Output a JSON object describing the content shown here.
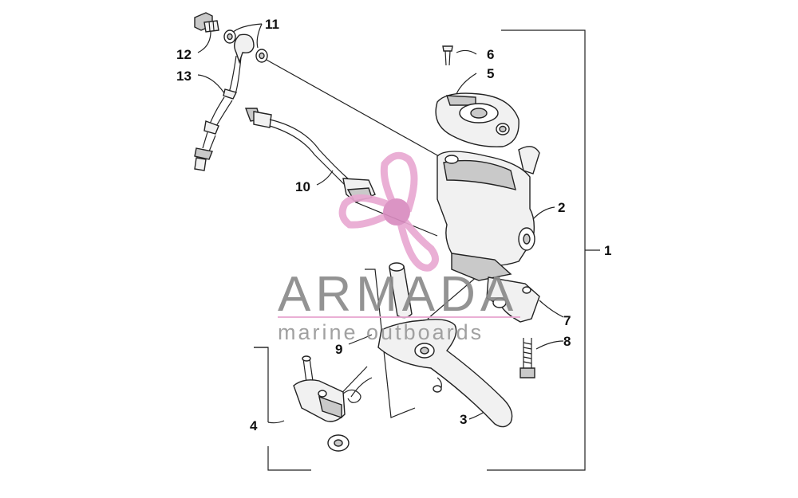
{
  "callouts": [
    {
      "id": "1",
      "text": "1"
    },
    {
      "id": "2",
      "text": "2"
    },
    {
      "id": "3",
      "text": "3"
    },
    {
      "id": "4",
      "text": "4"
    },
    {
      "id": "5",
      "text": "5"
    },
    {
      "id": "6",
      "text": "6"
    },
    {
      "id": "7",
      "text": "7"
    },
    {
      "id": "8",
      "text": "8"
    },
    {
      "id": "9",
      "text": "9"
    },
    {
      "id": "10",
      "text": "10"
    },
    {
      "id": "11",
      "text": "11"
    },
    {
      "id": "12",
      "text": "12"
    },
    {
      "id": "13",
      "text": "13"
    }
  ],
  "watermark": {
    "title": "ARMADA",
    "subtitle": "marine outboards",
    "logo_color": "#e9a9d2",
    "logo_center_color": "#d98bc0",
    "divider_color": "#e9a9d2",
    "text_color": "#8a8a8a"
  },
  "colors": {
    "line": "#222222",
    "part_fill": "#f1f1f1",
    "part_shade": "#c9c9c9"
  }
}
